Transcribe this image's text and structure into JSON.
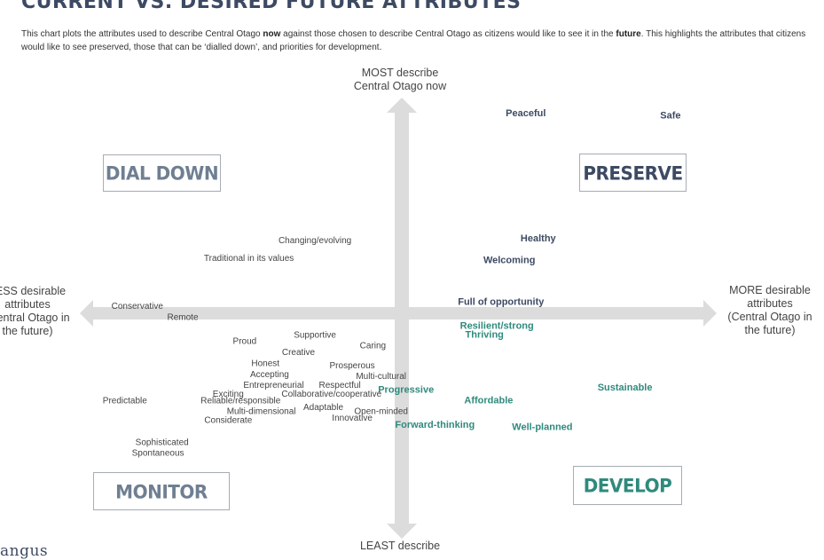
{
  "title": "CURRENT VS. DESIRED FUTURE ATTRIBUTES",
  "intro": {
    "part1": "This chart plots the attributes used to describe Central Otago ",
    "now": "now",
    "part2": " against those chosen to describe Central Otago as citizens would like to see it in the ",
    "future": "future",
    "part3": ". This highlights the attributes that citizens would like to see preserved, those that can be ‘dialled down’, and priorities for development."
  },
  "axes": {
    "top_line1": "MOST describe",
    "top_line2": "Central Otago now",
    "bottom_line1": "LEAST describe",
    "left_line1": "LESS desirable",
    "left_line2": "attributes",
    "left_line3": "(Central Otago in",
    "left_line4": "the future)",
    "right_line1": "MORE desirable",
    "right_line2": "attributes",
    "right_line3": "(Central Otago in",
    "right_line4": "the future)"
  },
  "quadrants": {
    "dial_down": "DIAL DOWN",
    "preserve": "PRESERVE",
    "monitor": "MONITOR",
    "develop": "DEVELOP"
  },
  "logo": "angus",
  "colors": {
    "axis": "#dcdcdc",
    "plain": "#444444",
    "navy": "#3d4a63",
    "teal": "#2f8a7c"
  },
  "chart_data": {
    "type": "scatter",
    "x_axis": "desirable in the future (less → more)",
    "y_axis": "describes Central Otago now (least → most)",
    "xlim": [
      -1,
      1
    ],
    "ylim": [
      -1,
      1
    ],
    "points": [
      {
        "label": "Peaceful",
        "x": 0.3,
        "y": 0.91,
        "style": "navy"
      },
      {
        "label": "Safe",
        "x": 0.65,
        "y": 0.9,
        "style": "navy"
      },
      {
        "label": "Healthy",
        "x": 0.33,
        "y": 0.34,
        "style": "navy"
      },
      {
        "label": "Welcoming",
        "x": 0.26,
        "y": 0.24,
        "style": "navy"
      },
      {
        "label": "Changing/evolving",
        "x": -0.21,
        "y": 0.33,
        "style": "plain"
      },
      {
        "label": "Traditional in its values",
        "x": -0.37,
        "y": 0.25,
        "style": "plain"
      },
      {
        "label": "Full of opportunity",
        "x": 0.24,
        "y": 0.05,
        "style": "navy"
      },
      {
        "label": "Conservative",
        "x": -0.64,
        "y": 0.03,
        "style": "plain"
      },
      {
        "label": "Remote",
        "x": -0.53,
        "y": -0.02,
        "style": "plain"
      },
      {
        "label": "Resilient/strong",
        "x": 0.23,
        "y": -0.06,
        "style": "teal"
      },
      {
        "label": "Thriving",
        "x": 0.2,
        "y": -0.1,
        "style": "teal"
      },
      {
        "label": "Proud",
        "x": -0.38,
        "y": -0.13,
        "style": "plain"
      },
      {
        "label": "Supportive",
        "x": -0.21,
        "y": -0.1,
        "style": "plain"
      },
      {
        "label": "Caring",
        "x": -0.07,
        "y": -0.15,
        "style": "plain"
      },
      {
        "label": "Creative",
        "x": -0.25,
        "y": -0.18,
        "style": "plain"
      },
      {
        "label": "Honest",
        "x": -0.33,
        "y": -0.23,
        "style": "plain"
      },
      {
        "label": "Prosperous",
        "x": -0.12,
        "y": -0.24,
        "style": "plain"
      },
      {
        "label": "Accepting",
        "x": -0.32,
        "y": -0.28,
        "style": "plain"
      },
      {
        "label": "Multi-cultural",
        "x": -0.05,
        "y": -0.29,
        "style": "plain"
      },
      {
        "label": "Entrepreneurial",
        "x": -0.31,
        "y": -0.33,
        "style": "plain"
      },
      {
        "label": "Respectful",
        "x": -0.15,
        "y": -0.33,
        "style": "plain"
      },
      {
        "label": "Progressive",
        "x": 0.01,
        "y": -0.35,
        "style": "teal"
      },
      {
        "label": "Sustainable",
        "x": 0.54,
        "y": -0.34,
        "style": "teal"
      },
      {
        "label": "Exciting",
        "x": -0.42,
        "y": -0.37,
        "style": "plain"
      },
      {
        "label": "Collaborative/cooperative",
        "x": -0.17,
        "y": -0.37,
        "style": "plain"
      },
      {
        "label": "Predictable",
        "x": -0.67,
        "y": -0.4,
        "style": "plain"
      },
      {
        "label": "Reliable/responsible",
        "x": -0.39,
        "y": -0.4,
        "style": "plain"
      },
      {
        "label": "Affordable",
        "x": 0.21,
        "y": -0.4,
        "style": "teal"
      },
      {
        "label": "Adaptable",
        "x": -0.19,
        "y": -0.43,
        "style": "plain"
      },
      {
        "label": "Multi-dimensional",
        "x": -0.34,
        "y": -0.45,
        "style": "plain"
      },
      {
        "label": "Open-minded",
        "x": -0.05,
        "y": -0.45,
        "style": "plain"
      },
      {
        "label": "Considerate",
        "x": -0.42,
        "y": -0.49,
        "style": "plain"
      },
      {
        "label": "Innovative",
        "x": -0.12,
        "y": -0.48,
        "style": "plain"
      },
      {
        "label": "Forward-thinking",
        "x": 0.08,
        "y": -0.51,
        "style": "teal"
      },
      {
        "label": "Well-planned",
        "x": 0.34,
        "y": -0.52,
        "style": "teal"
      },
      {
        "label": "Sophisticated",
        "x": -0.58,
        "y": -0.59,
        "style": "plain"
      },
      {
        "label": "Spontaneous",
        "x": -0.59,
        "y": -0.64,
        "style": "plain"
      }
    ]
  }
}
